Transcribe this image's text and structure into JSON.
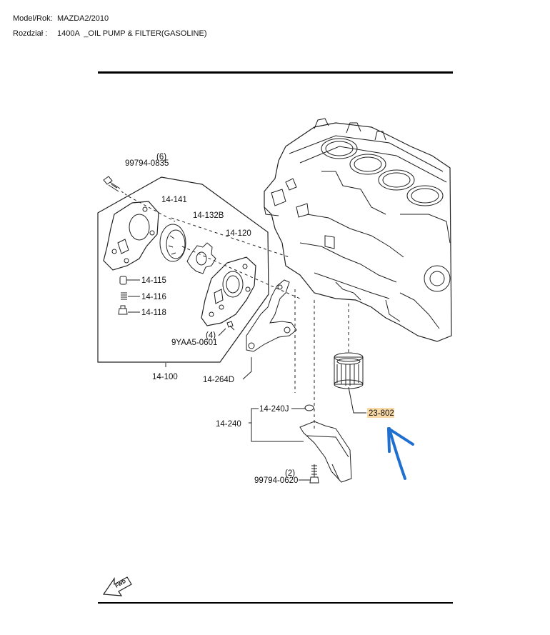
{
  "header": {
    "model_label": "Model/Rok:",
    "model_value": "MAZDA2/2010",
    "section_label": "Rozdział :",
    "section_value": "1400A  _OIL PUMP & FILTER(GASOLINE)"
  },
  "diagram": {
    "parts": {
      "bolt_qty": "(6)",
      "bolt": "99794-0835",
      "cover": "14-141",
      "rotor": "14-132B",
      "body": "14-120",
      "plunger": "14-115",
      "spring": "14-116",
      "plug": "14-118",
      "screw_qty": "(4)",
      "screw": "9YAA5-0601",
      "pump_assy": "14-100",
      "gasket": "14-264D",
      "oring": "14-240J",
      "strainer": "14-240",
      "strainer_bolt_qty": "(2)",
      "strainer_bolt": "99794-0620",
      "filter": "23-802"
    },
    "fwd_label": "FWD",
    "highlight_color": "#f9d9a6",
    "arrow_color": "#1f6fd1"
  }
}
